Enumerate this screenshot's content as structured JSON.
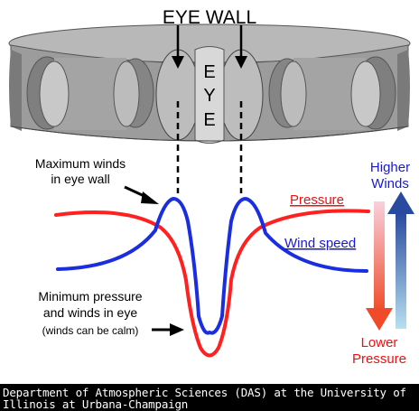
{
  "labels": {
    "eye_wall": "EYE WALL",
    "eye_letters": [
      "E",
      "Y",
      "E"
    ],
    "max_winds_line1": "Maximum winds",
    "max_winds_line2": "in eye wall",
    "pressure": "Pressure",
    "wind_speed": "Wind speed",
    "higher_winds_line1": "Higher",
    "higher_winds_line2": "Winds",
    "lower_pressure_line1": "Lower",
    "lower_pressure_line2": "Pressure",
    "min_pressure_line1": "Minimum pressure",
    "min_pressure_line2": "and winds in eye",
    "min_pressure_line3": "(winds can be calm)"
  },
  "footer": {
    "line1": "Department of Atmospheric Sciences (DAS) at the University of",
    "line2": "Illinois at Urbana-Champaign"
  },
  "colors": {
    "pressure": "#ff2020",
    "wind": "#1a2ee0",
    "pressure_text": "#ee1111",
    "wind_text": "#1a1acc",
    "cylinder": "#a8a8a8",
    "cylinder_dark": "#888888"
  }
}
